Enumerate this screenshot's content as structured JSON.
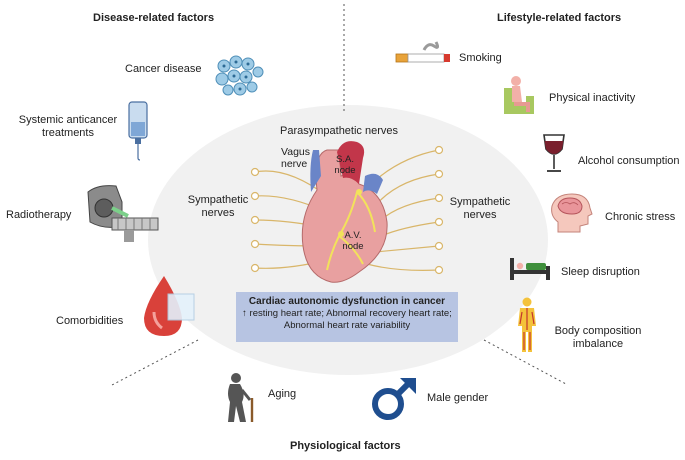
{
  "sections": {
    "disease": "Disease-related factors",
    "lifestyle": "Lifestyle-related factors",
    "physiological": "Physiological factors"
  },
  "disease_factors": {
    "cancer": "Cancer disease",
    "anticancer_1": "Systemic anticancer",
    "anticancer_2": "treatments",
    "radiotherapy": "Radiotherapy",
    "comorbidities": "Comorbidities"
  },
  "lifestyle_factors": {
    "smoking": "Smoking",
    "inactivity": "Physical inactivity",
    "alcohol": "Alcohol consumption",
    "stress": "Chronic stress",
    "sleep": "Sleep disruption",
    "body_1": "Body composition",
    "body_2": "imbalance"
  },
  "physiological_factors": {
    "aging": "Aging",
    "male": "Male gender"
  },
  "heart": {
    "parasympathetic": "Parasympathetic nerves",
    "vagus_1": "Vagus",
    "vagus_2": "nerve",
    "symp_left_1": "Sympathetic",
    "symp_left_2": "nerves",
    "symp_right_1": "Sympathetic",
    "symp_right_2": "nerves",
    "sa_1": "S.A.",
    "sa_2": "node",
    "av_1": "A.V.",
    "av_2": "node"
  },
  "dysfunction": {
    "title": "Cardiac autonomic dysfunction in cancer",
    "line1": "↑ resting heart rate; Abnormal recovery heart rate;",
    "line2": "Abnormal heart rate variability"
  },
  "colors": {
    "box": "#b7c4e2",
    "ellipse": "#f1f1f1",
    "heart": "#e8a0a0",
    "nerves": "#d9b66a",
    "male_symbol": "#1f4e8f",
    "drop": "#d9413a"
  }
}
